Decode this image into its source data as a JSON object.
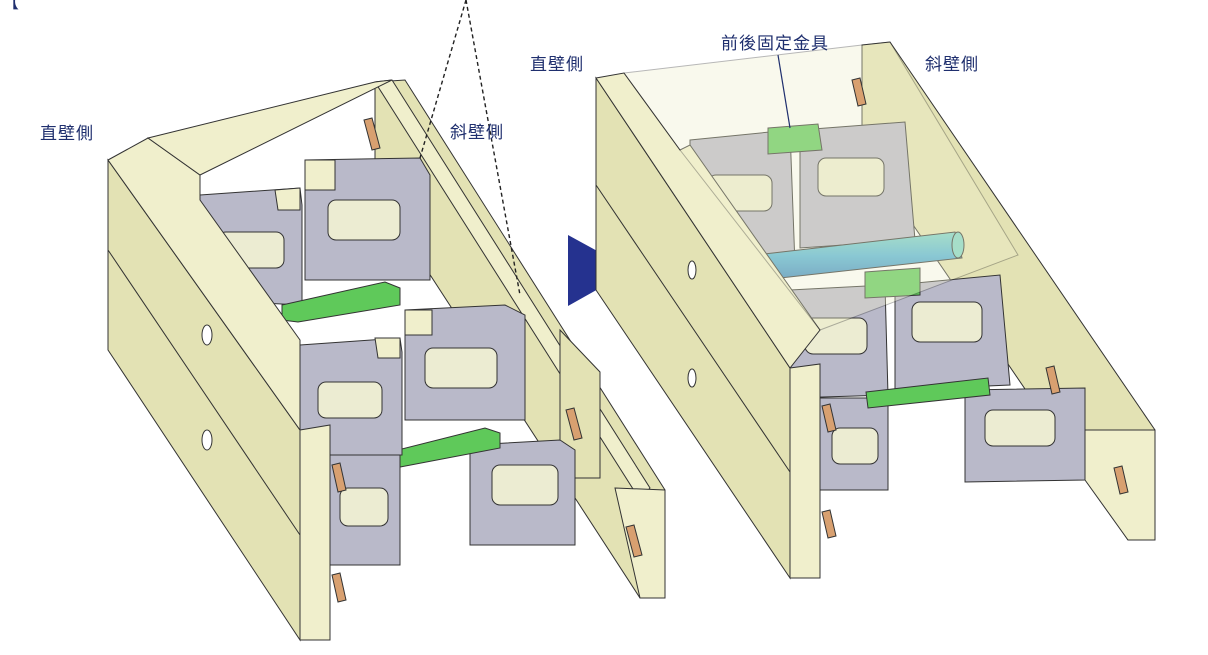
{
  "labels": {
    "left_straight_wall": "直壁側",
    "left_slanted_wall": "斜壁側",
    "right_straight_wall": "直壁側",
    "right_fixing_bracket": "前後固定金具",
    "right_slanted_wall": "斜壁側",
    "top_left_partial": "【"
  },
  "colors": {
    "wall": "#f0efcc",
    "wall_side": "#e3e2b4",
    "wall_edge": "#d6d4a0",
    "frame": "#b9b9c9",
    "frame_side": "#9e9eb4",
    "opening": "#ececd2",
    "bracket": "#5fc95a",
    "bracket_dark": "#3c9a3e",
    "pipe": "#53b3d8",
    "pipe_light": "#7fd6c8",
    "tab": "#d8a070",
    "arrow": "#25328f",
    "label": "#1f2f6e",
    "outline": "#333333"
  }
}
